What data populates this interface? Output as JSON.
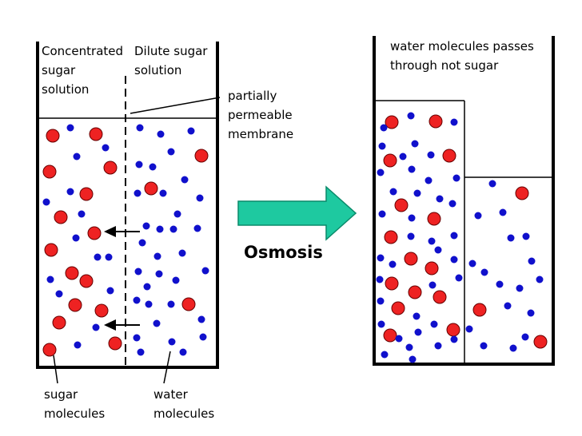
{
  "labels": {
    "concentrated": [
      "Concentrated",
      "sugar",
      "solution"
    ],
    "dilute": [
      "Dilute sugar",
      "solution"
    ],
    "membrane": [
      "partially",
      "permeable",
      "membrane"
    ],
    "sugar_molecules": [
      "sugar",
      "molecules"
    ],
    "water_molecules": [
      "water",
      "molecules"
    ],
    "result": [
      "water molecules passes",
      "through not sugar"
    ],
    "process": "Osmosis"
  },
  "colors": {
    "sugar": "#ee2222",
    "water": "#1010cc",
    "arrow_fill": "#1ec9a0",
    "arrow_stroke": "#0a8a6a",
    "outline": "#000000"
  },
  "icons": {
    "sugar_molecule": "red-circle",
    "water_molecule": "blue-dot",
    "process_arrow": "right-arrow"
  }
}
